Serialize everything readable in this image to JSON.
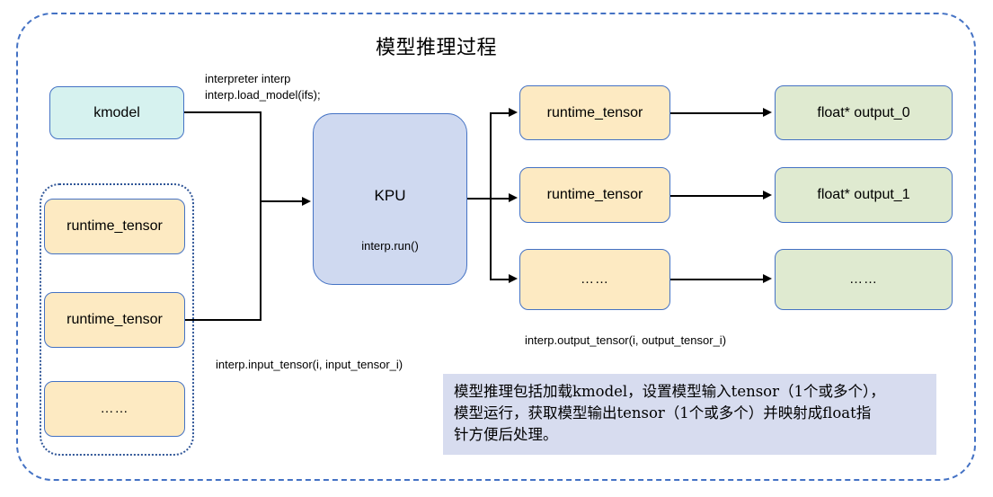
{
  "diagram": {
    "title": "模型推理过程",
    "outer_border_color": "#4472c4",
    "input_group_border_color": "#2f5597"
  },
  "nodes": {
    "kmodel": {
      "label": "kmodel",
      "fill": "#d6f2ef"
    },
    "input_tensor_0": {
      "label": "runtime_tensor",
      "fill": "#fdeac2"
    },
    "input_tensor_1": {
      "label": "runtime_tensor",
      "fill": "#fdeac2"
    },
    "input_tensor_more": {
      "label": "……",
      "fill": "#fdeac2"
    },
    "kpu": {
      "label": "KPU",
      "sublabel": "interp.run()",
      "fill": "#cfd9f0"
    },
    "output_tensor_0": {
      "label": "runtime_tensor",
      "fill": "#fdeac2"
    },
    "output_tensor_1": {
      "label": "runtime_tensor",
      "fill": "#fdeac2"
    },
    "output_tensor_more": {
      "label": "……",
      "fill": "#fdeac2"
    },
    "float_output_0": {
      "label": "float* output_0",
      "fill": "#dfead0"
    },
    "float_output_1": {
      "label": "float* output_1",
      "fill": "#dfead0"
    },
    "float_output_more": {
      "label": "……",
      "fill": "#dfead0"
    }
  },
  "annotations": {
    "load_model_line1": "interpreter interp",
    "load_model_line2": "interp.load_model(ifs);",
    "input_tensor_api": "interp.input_tensor(i, input_tensor_i)",
    "output_tensor_api": "interp.output_tensor(i, output_tensor_i)"
  },
  "description": {
    "line1": "模型推理包括加载kmodel，设置模型输入tensor（1个或多个），",
    "line2": "模型运行，获取模型输出tensor（1个或多个）并映射成float指",
    "line3": "针方便后处理。",
    "background": "#d7dcef"
  }
}
